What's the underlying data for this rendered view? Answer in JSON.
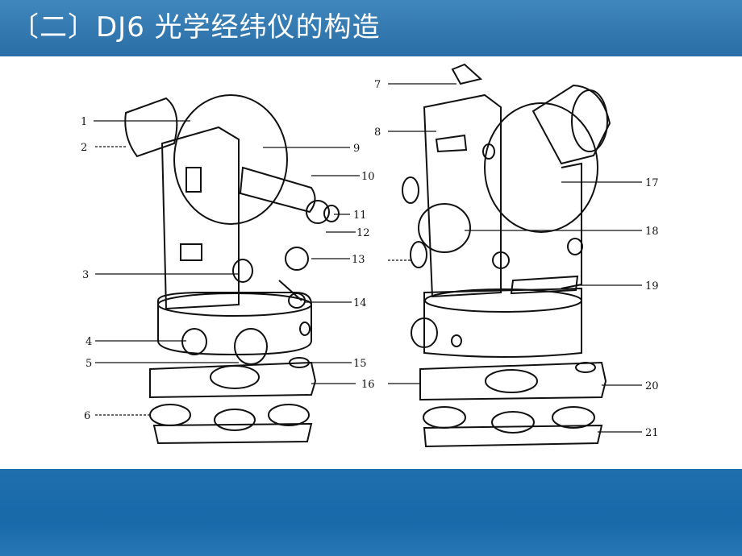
{
  "slide": {
    "title": "〔二〕DJ6 光学经纬仪的构造"
  },
  "figure": {
    "left_callouts": [
      "1",
      "2",
      "3",
      "4",
      "5",
      "6"
    ],
    "middle_callouts": [
      "7",
      "8",
      "9",
      "10",
      "11",
      "12",
      "13",
      "14",
      "15",
      "16"
    ],
    "right_callouts": [
      "17",
      "18",
      "19",
      "20",
      "21"
    ]
  },
  "colors": {
    "title_bar": "#2f78b1",
    "footer": "#1b6dac",
    "title_text": "#ffffff"
  }
}
